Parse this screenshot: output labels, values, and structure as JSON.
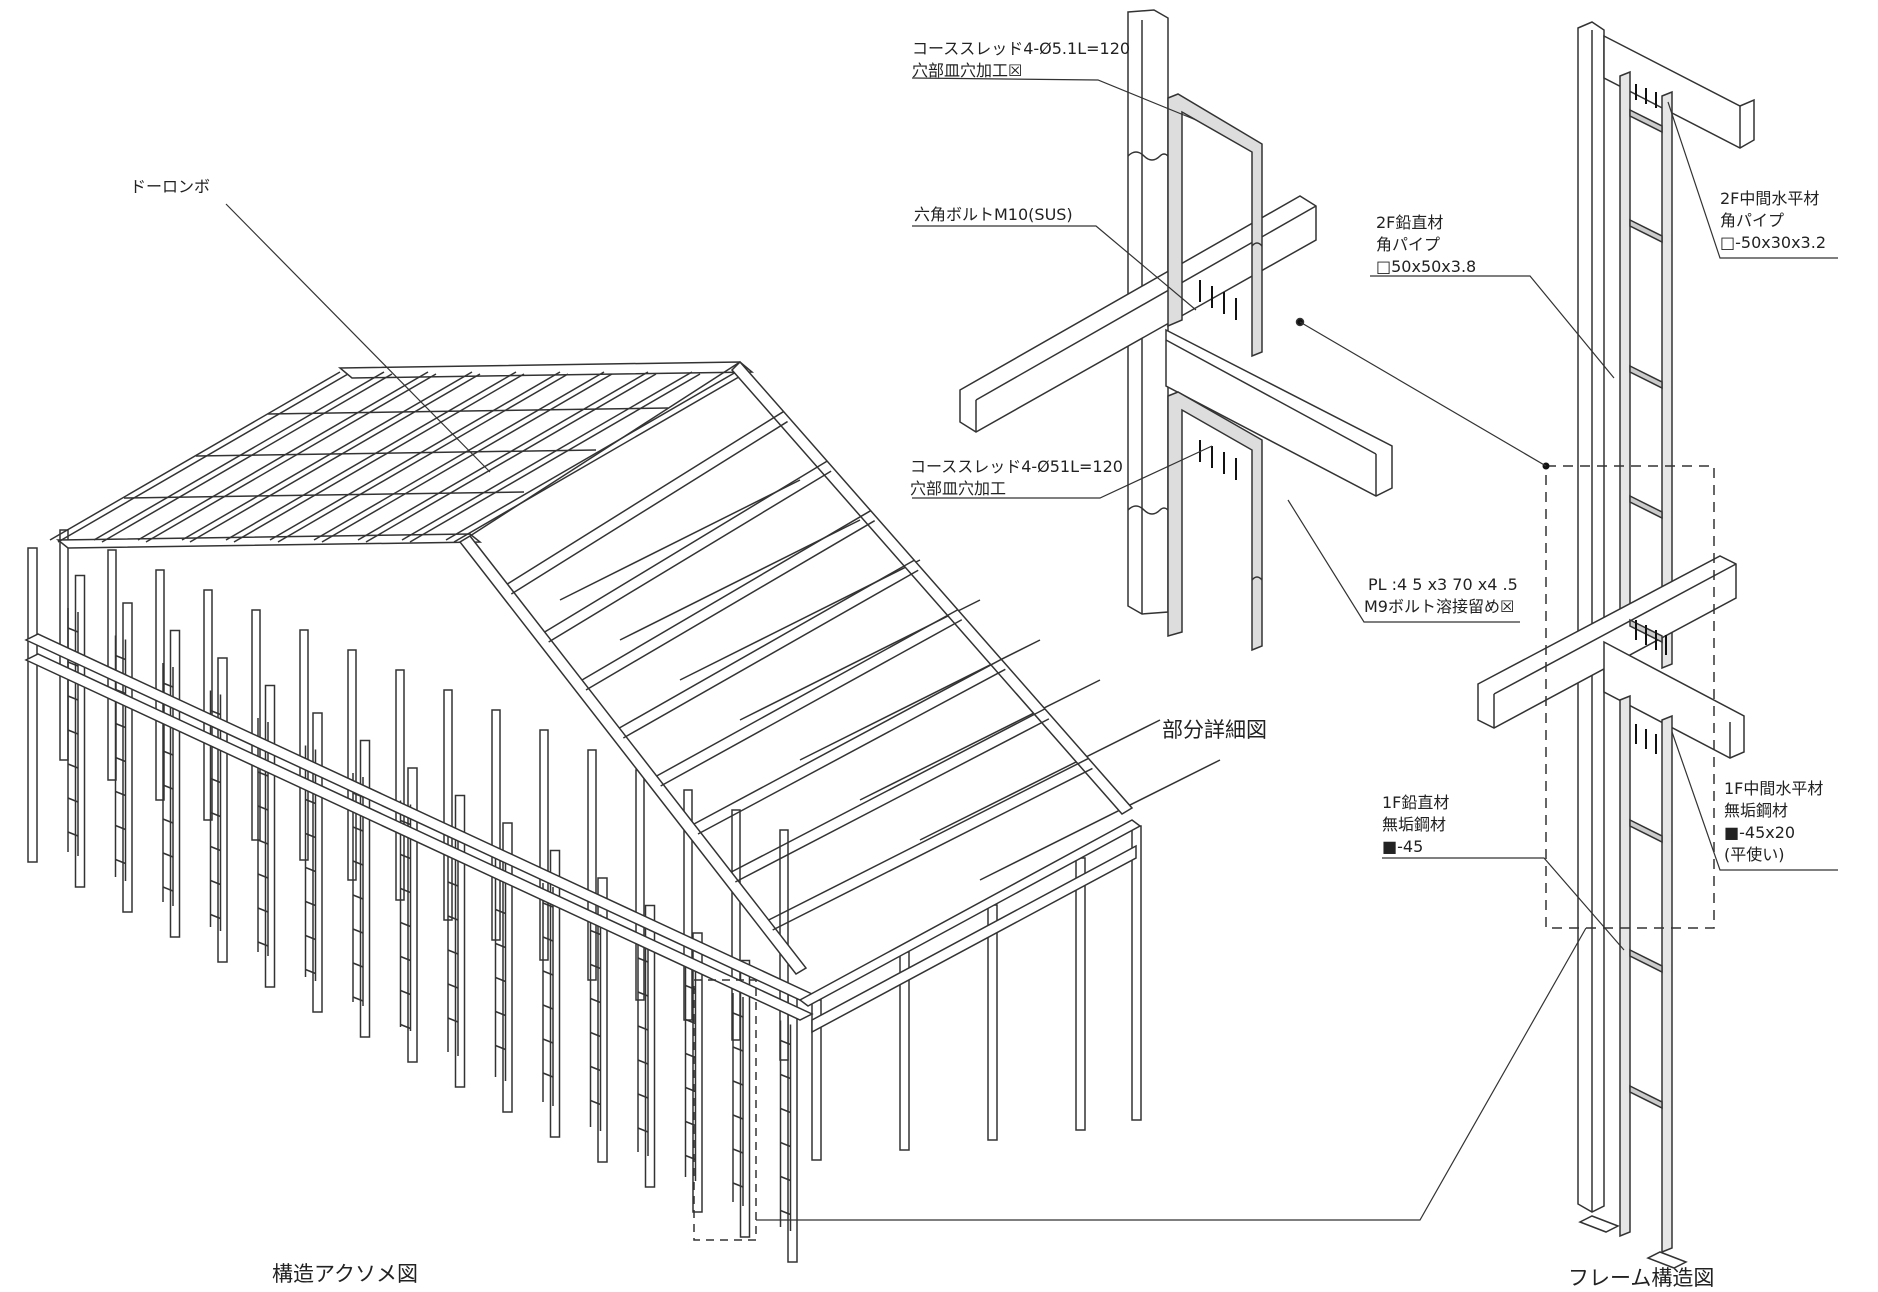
{
  "captions": {
    "axonometric": "構造アクソメ図",
    "detail": "部分詳細図",
    "frame": "フレーム構造図"
  },
  "labels": {
    "drone": "ドーロンボ",
    "screw_top_1": "コーススレッド4-Ø5.1L=120",
    "screw_top_2": "穴部皿穴加工☒",
    "hex_bolt": "六角ボルトM10(SUS)",
    "screw_bot_1": "コーススレッド4-Ø51L=120",
    "screw_bot_2": "穴部皿穴加工",
    "plate_1": "PL :4 5 x3 70 x4 .5",
    "plate_2": "M9ボルト溶接留め☒",
    "v2f_1": "2F鉛直材",
    "v2f_2": "角パイプ",
    "v2f_3": "□50x50x3.8",
    "h2f_1": "2F中間水平材",
    "h2f_2": "角パイプ",
    "h2f_3": "□-50x30x3.2",
    "v1f_1": "1F鉛直材",
    "v1f_2": "無垢鋼材",
    "v1f_3": "■-45",
    "h1f_1": "1F中間水平材",
    "h1f_2": "無垢鋼材",
    "h1f_3": "■-45x20",
    "h1f_4": "(平使い)"
  }
}
